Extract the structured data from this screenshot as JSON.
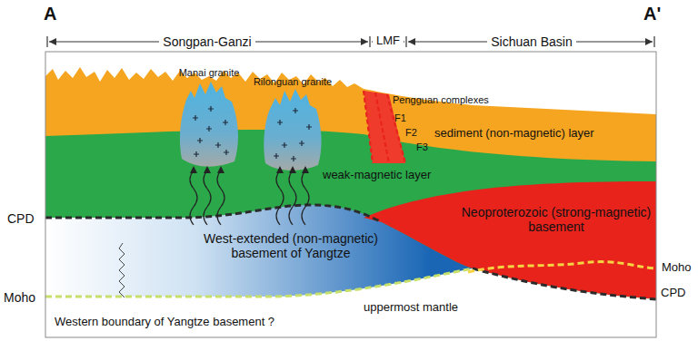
{
  "diagram": {
    "labels": [
      "A",
      "A'",
      "Songpan-Ganzi",
      "LMF",
      "Sichuan Basin",
      "Manai granite",
      "Rilonguan granite",
      "Pengguan complexes",
      "F1",
      "F2",
      "F3",
      "sediment (non-magnetic) layer",
      "weak-magnetic layer",
      "CPD",
      "West-extended (non-magnetic) basement of Yangtze",
      "CPD",
      "Neoproterozoic (strong-magnetic) basement",
      "Moho",
      "Moho",
      "uppermost mantle",
      "Western boundary of Yangtze basement ?"
    ]
  }
}
